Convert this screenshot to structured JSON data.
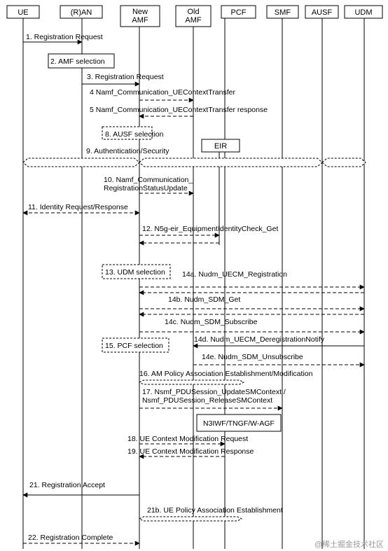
{
  "participants": [
    {
      "id": "ue",
      "lines": [
        "UE"
      ]
    },
    {
      "id": "ran",
      "lines": [
        "(R)AN"
      ]
    },
    {
      "id": "namf",
      "lines": [
        "New",
        "AMF"
      ]
    },
    {
      "id": "oamf",
      "lines": [
        "Old",
        "AMF"
      ]
    },
    {
      "id": "pcf",
      "lines": [
        "PCF"
      ]
    },
    {
      "id": "smf",
      "lines": [
        "SMF"
      ]
    },
    {
      "id": "ausf",
      "lines": [
        "AUSF"
      ]
    },
    {
      "id": "udm",
      "lines": [
        "UDM"
      ]
    }
  ],
  "eir_label": "EIR",
  "n3iwf_label": "N3IWF/TNGF/W-AGF",
  "steps": [
    {
      "id": "s1",
      "lines": [
        "1. Registration Request"
      ],
      "from": "ue",
      "to": "ran",
      "style": "solid"
    },
    {
      "id": "s2",
      "lines": [
        "2. AMF selection"
      ],
      "kind": "box",
      "box_style": "solid"
    },
    {
      "id": "s3",
      "lines": [
        "3. Registration Request"
      ],
      "from": "ran",
      "to": "namf",
      "style": "solid"
    },
    {
      "id": "s4",
      "lines": [
        "4 Namf_Communication_UEContextTransfer"
      ],
      "from": "namf",
      "to": "oamf",
      "style": "dashed"
    },
    {
      "id": "s5",
      "lines": [
        "5 Namf_Communication_UEContextTransfer response"
      ],
      "from": "oamf",
      "to": "namf",
      "style": "dashed"
    },
    {
      "id": "s8",
      "lines": [
        "8. AUSF selection"
      ],
      "kind": "box",
      "box_style": "dashed"
    },
    {
      "id": "s9",
      "lines": [
        "9. Authentication/Security"
      ],
      "kind": "security"
    },
    {
      "id": "s10",
      "lines": [
        "10. Namf_Communication_",
        "RegistrationStatusUpdate"
      ],
      "from": "namf",
      "to": "oamf",
      "style": "dashed"
    },
    {
      "id": "s11",
      "lines": [
        "11. Identity Request/Response"
      ],
      "from": "ue",
      "to": "namf",
      "style": "dashed",
      "both": true
    },
    {
      "id": "s12",
      "lines": [
        "12. N5g-eir_EquipmentIdentityCheck_Get"
      ],
      "from": "namf",
      "to": "eir",
      "style": "dashed",
      "reply": true
    },
    {
      "id": "s13",
      "lines": [
        "13. UDM selection"
      ],
      "kind": "box",
      "box_style": "dashed"
    },
    {
      "id": "s14a",
      "lines": [
        "14a. Nudm_UECM_Registration"
      ],
      "from": "namf",
      "to": "udm",
      "style": "dashed",
      "reply": true
    },
    {
      "id": "s14b",
      "lines": [
        "14b. Nudm_SDM_Get"
      ],
      "from": "namf",
      "to": "udm",
      "style": "dashed",
      "reply": true
    },
    {
      "id": "s14c",
      "lines": [
        "14c. Nudm_SDM_Subscribe"
      ],
      "from": "namf",
      "to": "udm",
      "style": "dashed"
    },
    {
      "id": "s14d",
      "lines": [
        "14d. Nudm_UECM_DeregistrationNotify"
      ],
      "from": "udm",
      "to": "oamf",
      "style": "solid"
    },
    {
      "id": "s15",
      "lines": [
        "15. PCF selection"
      ],
      "kind": "box",
      "box_style": "dashed"
    },
    {
      "id": "s14e",
      "lines": [
        "14e. Nudm_SDM_Unsubscribe"
      ],
      "from": "oamf",
      "to": "udm",
      "style": "dashed"
    },
    {
      "id": "s16",
      "lines": [
        "16. AM Policy Association Establishment/Modification"
      ],
      "kind": "policy"
    },
    {
      "id": "s17",
      "lines": [
        "17. Nsmf_PDUSession_UpdateSMContext /",
        "Nsmf_PDUSession_ReleaseSMContext"
      ],
      "from": "namf",
      "to": "smf",
      "style": "dashed"
    },
    {
      "id": "s18",
      "lines": [
        "18. UE Context Modification Request"
      ],
      "from": "namf",
      "to": "pcf",
      "style": "dashed"
    },
    {
      "id": "s19",
      "lines": [
        "19. UE Context Modification Response"
      ],
      "from": "pcf",
      "to": "namf",
      "style": "dashed"
    },
    {
      "id": "s21",
      "lines": [
        "21. Registration Accept"
      ],
      "from": "namf",
      "to": "ue",
      "style": "solid"
    },
    {
      "id": "s21b",
      "lines": [
        "21b. UE Policy Association Establishment"
      ],
      "kind": "policy"
    },
    {
      "id": "s22",
      "lines": [
        "22. Registration Complete"
      ],
      "from": "ue",
      "to": "namf",
      "style": "dashed"
    }
  ],
  "watermark": "@稀土掘金技术社区"
}
